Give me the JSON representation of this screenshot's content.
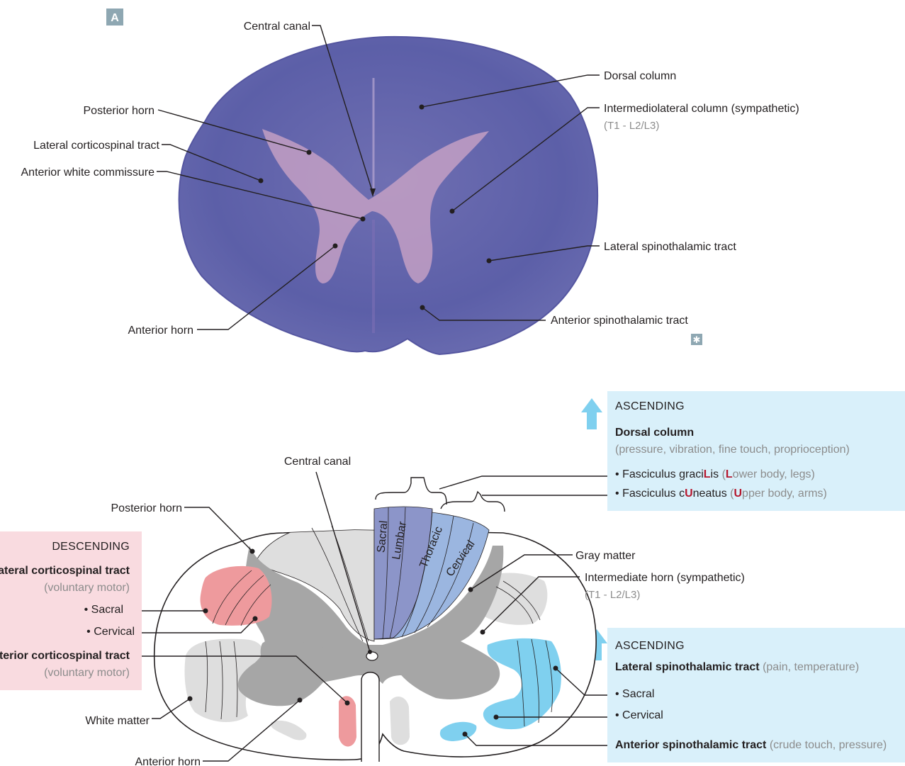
{
  "panel_badge": "A",
  "corner_mark": "✱",
  "histology": {
    "labels": {
      "central_canal": "Central canal",
      "dorsal_column": "Dorsal column",
      "posterior_horn": "Posterior horn",
      "intermediolateral": "Intermediolateral column (sympathetic)",
      "intermediolateral_sub": "(T1 - L2/L3)",
      "lateral_corticospinal": "Lateral corticospinal tract",
      "anterior_white_commissure": "Anterior white commissure",
      "lateral_spinothalamic": "Lateral spinothalamic tract",
      "anterior_spinothalamic": "Anterior spinothalamic tract",
      "anterior_horn": "Anterior horn"
    }
  },
  "schematic": {
    "labels": {
      "central_canal": "Central canal",
      "posterior_horn": "Posterior horn",
      "gray_matter": "Gray matter",
      "intermediate_horn": "Intermediate horn (sympathetic)",
      "intermediate_horn_sub": "(T1 - L2/L3)",
      "white_matter": "White matter",
      "anterior_horn": "Anterior horn",
      "sacral": "Sacral",
      "lumbar": "Lumbar",
      "thoracic": "Thoracic",
      "cervical": "Cervical"
    },
    "colors": {
      "gray_matter": "#a6a6a6",
      "white_tract_gray": "#dedede",
      "descending_red": "#ee9a9d",
      "ascending_blue": "#7fd0ef",
      "gracilis_purple": "#8c95c9",
      "cuneatus_blue": "#9bb6e0"
    }
  },
  "ascending_top": {
    "title": "ASCENDING",
    "tract": "Dorsal column",
    "function": "(pressure, vibration, fine touch, proprioception)",
    "items": [
      {
        "bullet": "•",
        "prefix": "Fasciculus graci",
        "key": "L",
        "rest": "is",
        "paren_open": "(",
        "key2": "L",
        "paren_rest": "ower body, legs)"
      },
      {
        "bullet": "•",
        "prefix": "Fasciculus c",
        "key": "U",
        "rest": "neatus",
        "paren_open": "(",
        "key2": "U",
        "paren_rest": "pper body, arms)"
      }
    ]
  },
  "ascending_bottom": {
    "title": "ASCENDING",
    "tract": "Lateral spinothalamic tract",
    "function": "(pain, temperature)",
    "items": [
      "• Sacral",
      "• Cervical"
    ],
    "tract2": "Anterior spinothalamic tract",
    "function2": "(crude touch, pressure)"
  },
  "descending": {
    "title": "DESCENDING",
    "tract": "Lateral corticospinal tract",
    "function": "(voluntary motor)",
    "items": [
      "• Sacral",
      "• Cervical"
    ],
    "tract2": "Anterior corticospinal tract",
    "function2": "(voluntary motor)"
  }
}
